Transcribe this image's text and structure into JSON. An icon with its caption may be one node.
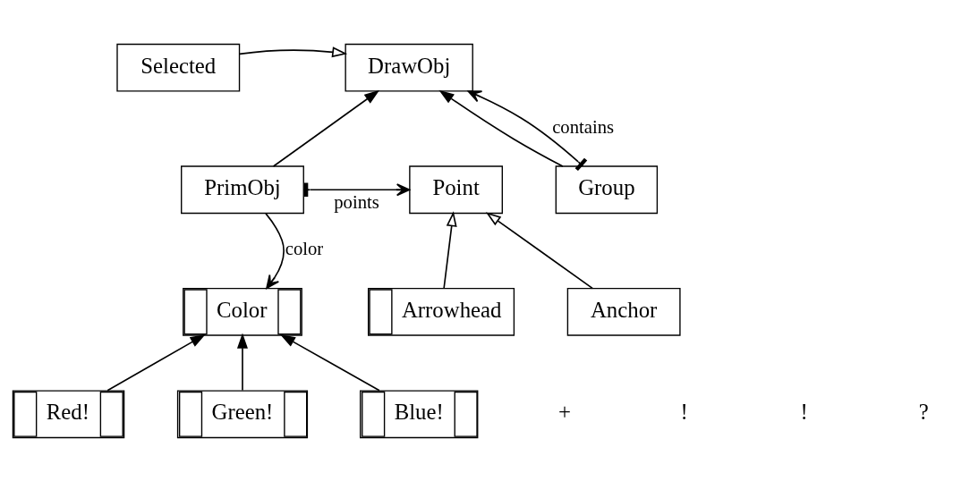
{
  "diagram": {
    "nodes": [
      {
        "text": [
          "Selected"
        ]
      },
      {
        "text": [
          "DrawObj"
        ]
      },
      {
        "text": [
          "Point"
        ]
      },
      {
        "text": [
          "PrimObj"
        ]
      },
      {
        "text": [
          "Group"
        ]
      },
      {
        "text": [
          "Arrowhead"
        ]
      },
      {
        "text": [
          "Anchor"
        ]
      },
      {
        "text": [
          "Color"
        ]
      },
      {
        "text": [
          "Red!"
        ]
      },
      {
        "text": [
          "Green!"
        ]
      },
      {
        "text": [
          "Blue!"
        ]
      }
    ],
    "edges": [
      {
        "from": 0,
        "to": 1,
        "arrow": "to"
      },
      {
        "from": 3,
        "to": 1,
        "arrow": "to"
      },
      {
        "from": 4,
        "to": 1,
        "arrow": "to"
      },
      {
        "from": 4,
        "to": 1,
        "arrow": "to",
        "label": "contains"
      },
      {
        "from": 3,
        "to": 2,
        "arrow": "to",
        "label": "points"
      },
      {
        "from": 5,
        "to": 2,
        "arrow": "to"
      },
      {
        "from": 6,
        "to": 2,
        "arrow": "to"
      },
      {
        "from": 3,
        "to": 7,
        "arrow": "to",
        "label": "color"
      },
      {
        "from": 8,
        "to": 7,
        "arrow": "to"
      },
      {
        "from": 9,
        "to": 7,
        "arrow": "to"
      },
      {
        "from": 10,
        "to": 7,
        "arrow": "to"
      }
    ],
    "labels": [
      "+",
      "!",
      "!",
      "?"
    ]
  }
}
